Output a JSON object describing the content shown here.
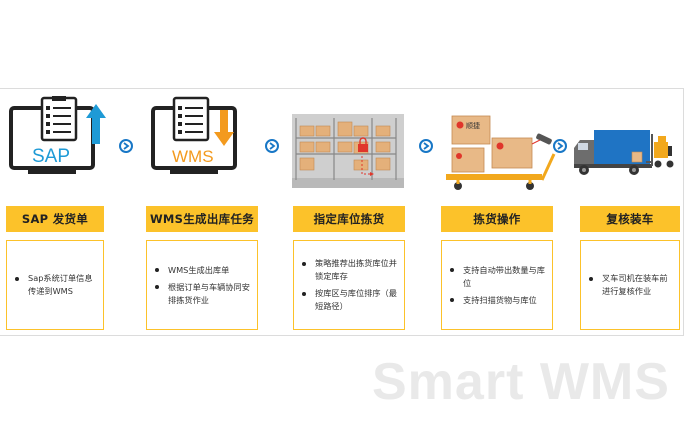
{
  "steps": [
    {
      "title": "SAP 发货单",
      "icon": "sap-monitor-upload-icon",
      "screen_label": "SAP",
      "bullets": [
        "Sap系统订单信息传递到WMS"
      ]
    },
    {
      "title": "WMS生成出库任务",
      "icon": "wms-monitor-download-icon",
      "screen_label": "WMS",
      "bullets": [
        "WMS生成出库单",
        "根据订单与车辆协同安排拣货作业"
      ]
    },
    {
      "title": "指定库位拣货",
      "icon": "warehouse-shelving-icon",
      "bullets": [
        "策略推荐出拣货库位并锁定库存",
        "按库区与库位排序（最短路径）"
      ]
    },
    {
      "title": "拣货操作",
      "icon": "picking-cart-scanner-icon",
      "box_label": "顺捷",
      "bullets": [
        "支持自动带出数量与库位",
        "支持扫描货物与库位"
      ]
    },
    {
      "title": "复核装车",
      "icon": "truck-forklift-icon",
      "bullets": [
        "叉车司机在装车前进行复核作业"
      ]
    }
  ],
  "watermark": "Smart WMS",
  "colors": {
    "accent": "#fcc22a",
    "arrow_blue": "#1877c6",
    "upload_arrow": "#1e9ad6",
    "download_arrow": "#f39a1e",
    "truck_blue": "#1f74c4"
  }
}
